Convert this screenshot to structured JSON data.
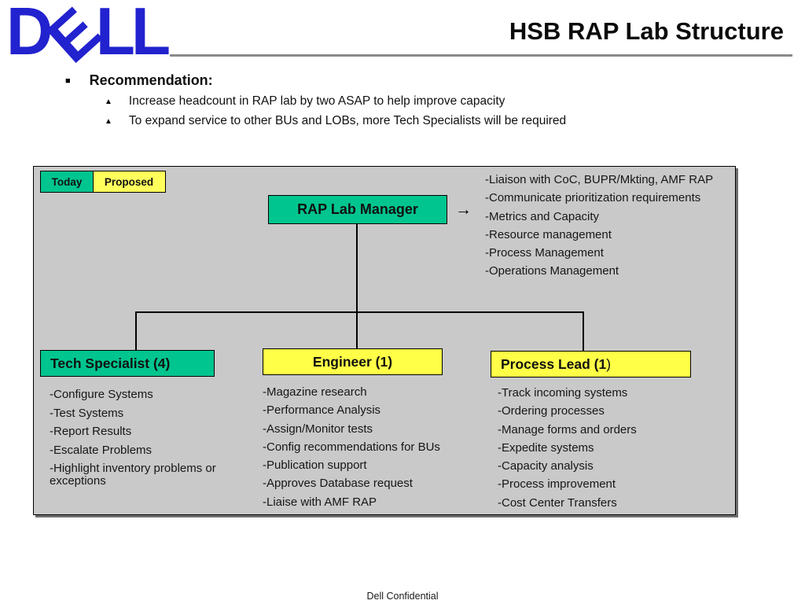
{
  "slide": {
    "title": "HSB RAP Lab Structure",
    "footer": "Dell Confidential",
    "logo": {
      "letters": [
        "D",
        "E",
        "L",
        "L"
      ]
    }
  },
  "recommendation": {
    "heading": "Recommendation:",
    "bullet_icon": "square-bullet",
    "items": [
      "Increase headcount in RAP lab by two ASAP to help improve capacity",
      "To expand service to other BUs and LOBs, more Tech Specialists will be required"
    ]
  },
  "legend": {
    "today_label": "Today",
    "proposed_label": "Proposed"
  },
  "org": {
    "manager": {
      "title": "RAP Lab Manager",
      "arrow_icon": "→",
      "duties": [
        "-Liaison with CoC, BUPR/Mkting, AMF RAP",
        "-Communicate prioritization requirements",
        "-Metrics and Capacity",
        "-Resource management",
        "-Process Management",
        "-Operations Management"
      ]
    },
    "roles": [
      {
        "title": "Tech Specialist (4)",
        "title_suffix": "",
        "status": "today",
        "duties": [
          "-Configure Systems",
          "-Test Systems",
          "-Report Results",
          "-Escalate Problems",
          "-Highlight inventory problems or exceptions"
        ]
      },
      {
        "title": "Engineer (1)",
        "title_suffix": "",
        "status": "proposed",
        "duties": [
          "-Magazine research",
          "-Performance Analysis",
          "-Assign/Monitor tests",
          "-Config recommendations for BUs",
          "-Publication support",
          "-Approves Database request",
          "-Liaise with AMF RAP"
        ]
      },
      {
        "title": "Process Lead (1",
        "title_suffix": ")",
        "status": "proposed",
        "duties": [
          "-Track incoming systems",
          "-Ordering processes",
          "-Manage forms and orders",
          "-Expedite systems",
          "-Capacity analysis",
          "-Process improvement",
          "-Cost Center Transfers"
        ]
      }
    ]
  },
  "colors": {
    "dell_blue": "#2222CF",
    "box_green": "#00C58F",
    "box_yellow": "#FFFF47",
    "legend_yellow": "#FFFF5C",
    "panel_gray": "#C9C9C9",
    "rule_gray": "#8A8A8A"
  }
}
